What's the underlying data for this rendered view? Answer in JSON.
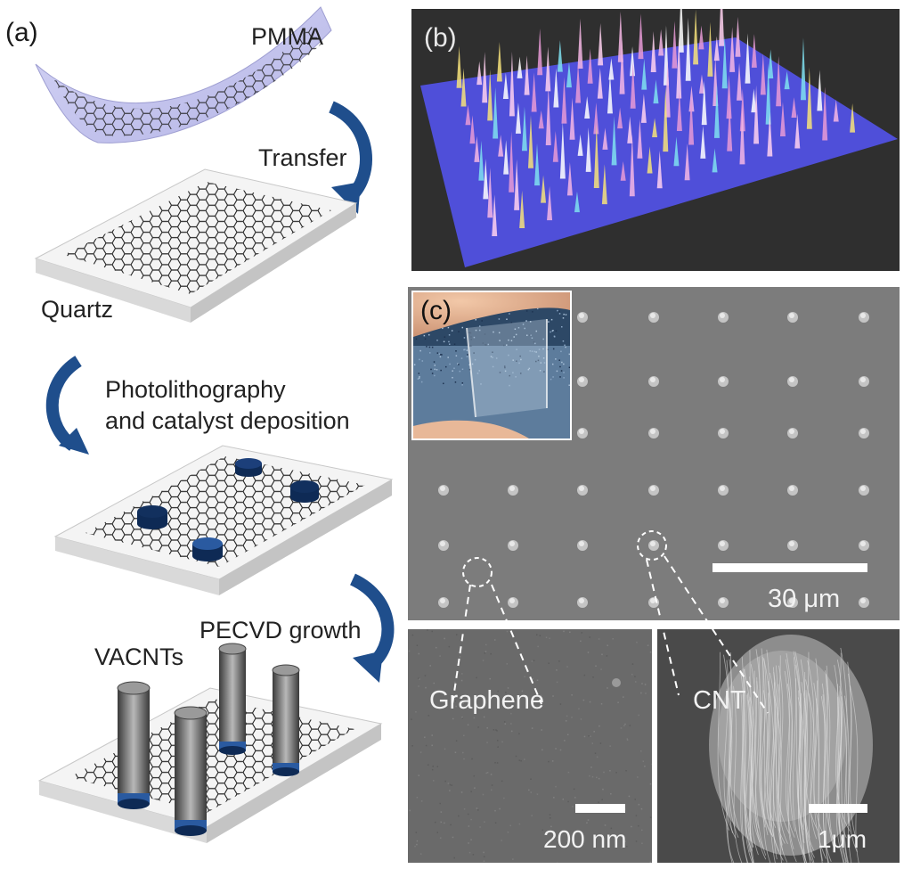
{
  "panel_a": {
    "tag": "(a)",
    "labels": {
      "pmma": "PMMA",
      "transfer": "Transfer",
      "quartz": "Quartz",
      "photo_line1": "Photolithography",
      "photo_line2": "and catalyst deposition",
      "pecvd": "PECVD growth",
      "vacnts": "VACNTs"
    },
    "colors": {
      "arrow": "#1f4e8c",
      "pmma_film": "#c9c9ee",
      "slab_top": "#f4f4f4",
      "slab_side": "#d6d6d6",
      "catalyst": "#0e2a55"
    }
  },
  "panel_b": {
    "tag": "(b)",
    "colors": {
      "background": "#2f2f2f",
      "plane": "#4f4fd9",
      "peak": "#f0b4e0"
    }
  },
  "panel_c": {
    "tag": "(c)",
    "scale_main": "30 μm",
    "graphene_label": "Graphene",
    "cnt_label": "CNT",
    "scale_left": "200 nm",
    "scale_right": "1μm",
    "colors": {
      "sem": "#7a7a7a",
      "sem_dark": "#555555"
    }
  }
}
